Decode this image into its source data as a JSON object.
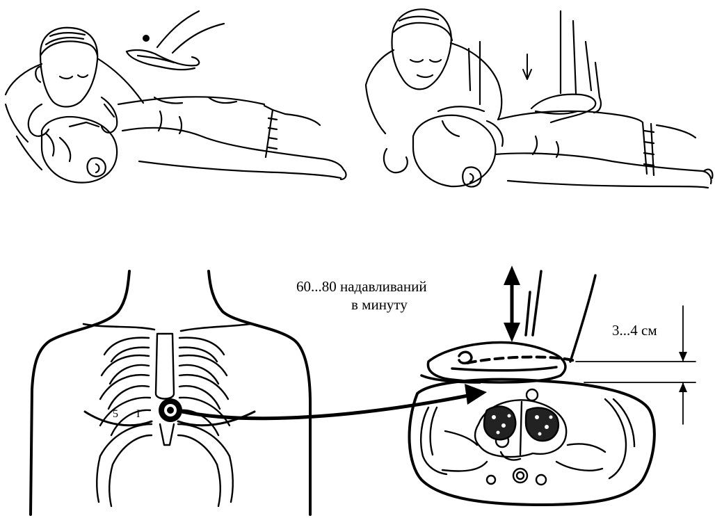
{
  "labels": {
    "compression_rate_line1": "60...80 надавливаний",
    "compression_rate_line2": "в минуту",
    "compression_depth": "3...4 см"
  },
  "colors": {
    "ink": "#000000",
    "background": "#ffffff"
  }
}
